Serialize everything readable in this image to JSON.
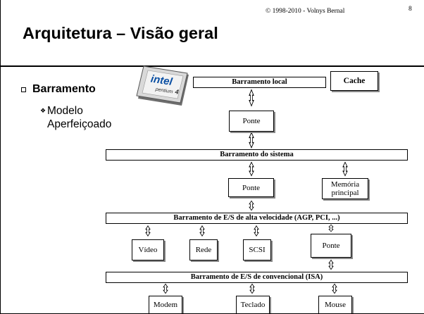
{
  "header": {
    "copyright": "© 1998-2010 - Volnys Bernal",
    "slide_number": "8",
    "title": "Arquitetura – Visão geral"
  },
  "bullets": {
    "level1": "Barramento",
    "level2_line1": "Modelo",
    "level2_line2": "Aperfeiçoado"
  },
  "chip_logo": {
    "brand": "intel",
    "product": "pentium 4",
    "icon": "intel-pentium-4-chip-icon"
  },
  "diagram": {
    "bus_local": "Barramento local",
    "cache": "Cache",
    "ponte_top": "Ponte",
    "bus_system": "Barramento do sistema",
    "ponte_mid": "Ponte",
    "memory_line1": "Memória",
    "memory_line2": "principal",
    "bus_highspeed": "Barramento de E/S de alta velocidade (AGP, PCI, ...)",
    "video": "Vídeo",
    "rede": "Rede",
    "scsi": "SCSI",
    "ponte_bottom": "Ponte",
    "bus_conventional": "Barramento de E/S de convencional (ISA)",
    "modem": "Modem",
    "teclado": "Teclado",
    "mouse": "Mouse"
  }
}
